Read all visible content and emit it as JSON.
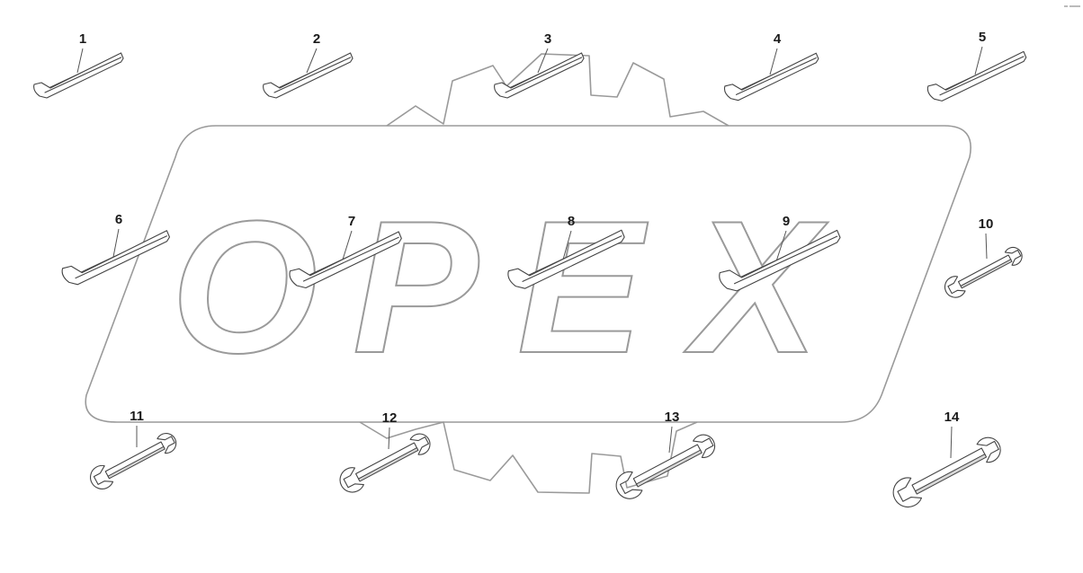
{
  "logo": {
    "text": [
      "O",
      "P",
      "E",
      "X"
    ],
    "watermark": true
  },
  "parts": [
    {
      "num": "1",
      "kind": "hex-key"
    },
    {
      "num": "2",
      "kind": "hex-key"
    },
    {
      "num": "3",
      "kind": "hex-key"
    },
    {
      "num": "4",
      "kind": "hex-key"
    },
    {
      "num": "5",
      "kind": "hex-key"
    },
    {
      "num": "6",
      "kind": "hex-key"
    },
    {
      "num": "7",
      "kind": "hex-key"
    },
    {
      "num": "8",
      "kind": "hex-key"
    },
    {
      "num": "9",
      "kind": "hex-key"
    },
    {
      "num": "10",
      "kind": "open-end-wrench"
    },
    {
      "num": "11",
      "kind": "open-end-wrench"
    },
    {
      "num": "12",
      "kind": "open-end-wrench"
    },
    {
      "num": "13",
      "kind": "open-end-wrench"
    },
    {
      "num": "14",
      "kind": "open-end-wrench"
    }
  ],
  "colors": {
    "line": "#444444",
    "watermark": "#9a9a9a",
    "background": "#ffffff"
  }
}
